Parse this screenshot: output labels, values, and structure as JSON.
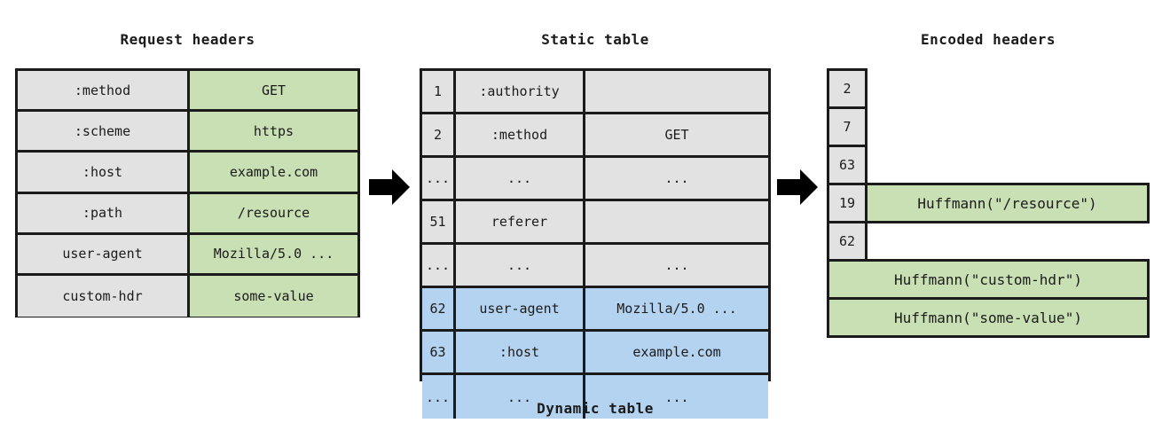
{
  "diagram": {
    "title_request": "Request headers",
    "title_static": "Static table",
    "title_dynamic": "Dynamic table",
    "title_encoded": "Encoded headers",
    "arrow_icon": "arrow-right-icon",
    "colors": {
      "gray": "#e2e2e2",
      "green": "#c9e0b4",
      "blue": "#b4d3f0",
      "border": "#1b1b1b",
      "background": "#ffffff"
    }
  },
  "request_headers": {
    "rows": [
      {
        "name": ":method",
        "value": "GET"
      },
      {
        "name": ":scheme",
        "value": "https"
      },
      {
        "name": ":host",
        "value": "example.com"
      },
      {
        "name": ":path",
        "value": "/resource"
      },
      {
        "name": "user-agent",
        "value": "Mozilla/5.0 ..."
      },
      {
        "name": "custom-hdr",
        "value": "some-value"
      }
    ]
  },
  "static_table": {
    "rows": [
      {
        "index": "1",
        "name": ":authority",
        "value": "",
        "section": "static"
      },
      {
        "index": "2",
        "name": ":method",
        "value": "GET",
        "section": "static"
      },
      {
        "index": "...",
        "name": "...",
        "value": "...",
        "section": "static"
      },
      {
        "index": "51",
        "name": "referer",
        "value": "",
        "section": "static"
      },
      {
        "index": "...",
        "name": "...",
        "value": "...",
        "section": "static"
      },
      {
        "index": "62",
        "name": "user-agent",
        "value": "Mozilla/5.0 ...",
        "section": "dynamic"
      },
      {
        "index": "63",
        "name": ":host",
        "value": "example.com",
        "section": "dynamic"
      },
      {
        "index": "...",
        "name": "...",
        "value": "...",
        "section": "dynamic"
      }
    ]
  },
  "encoded_headers": {
    "rows": [
      {
        "index": "2",
        "value": "",
        "kind": "index-only"
      },
      {
        "index": "7",
        "value": "",
        "kind": "index-only"
      },
      {
        "index": "63",
        "value": "",
        "kind": "index-only"
      },
      {
        "index": "19",
        "value": "Huffmann(\"/resource\")",
        "kind": "index-value"
      },
      {
        "index": "62",
        "value": "",
        "kind": "index-only"
      },
      {
        "index": "",
        "value": "Huffmann(\"custom-hdr\")",
        "kind": "value-only"
      },
      {
        "index": "",
        "value": "Huffmann(\"some-value\")",
        "kind": "value-only"
      }
    ]
  }
}
